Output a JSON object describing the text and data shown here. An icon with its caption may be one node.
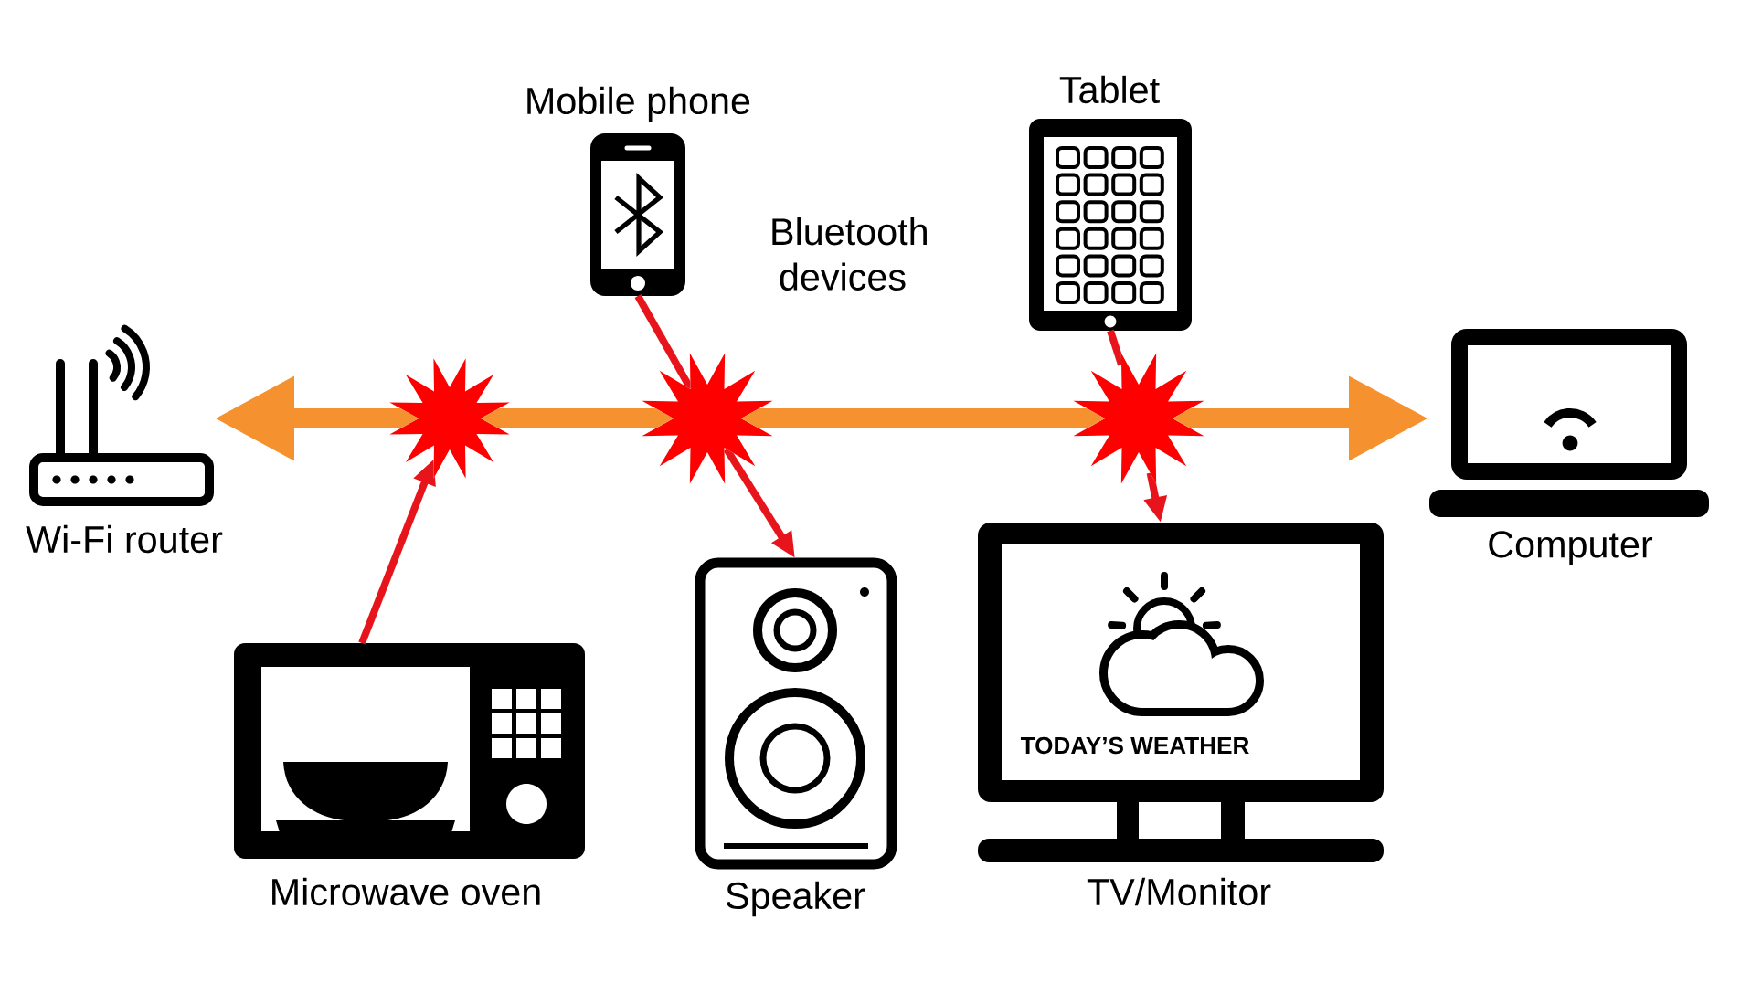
{
  "diagram": {
    "nodes": [
      {
        "text": [
          "Mobile phone"
        ]
      },
      {
        "text": [
          "Tablet"
        ]
      },
      {
        "text": [
          "Wi-Fi router"
        ]
      },
      {
        "text": [],
        "shape": "star"
      },
      {
        "text": [],
        "shape": "star"
      },
      {
        "text": [],
        "shape": "star"
      },
      {
        "text": [
          "Computer"
        ]
      },
      {
        "text": [
          "Microwave oven"
        ]
      },
      {
        "text": [
          "Speaker"
        ]
      },
      {
        "text": [
          "TODAY’S WEATHER",
          "TV/Monitor"
        ]
      }
    ],
    "edges": [
      {
        "from": 3,
        "to": 2,
        "arrow": "to",
        "style": "thick",
        "color": "#f5922f"
      },
      {
        "from": 3,
        "to": 4,
        "arrow": "none",
        "style": "thick",
        "color": "#f5922f"
      },
      {
        "from": 4,
        "to": 5,
        "arrow": "none",
        "style": "thick",
        "color": "#f5922f"
      },
      {
        "from": 5,
        "to": 6,
        "arrow": "to",
        "style": "thick",
        "color": "#f5922f"
      },
      {
        "from": 7,
        "to": 3,
        "arrow": "to"
      },
      {
        "from": 0,
        "to": 4,
        "arrow": "none"
      },
      {
        "from": 4,
        "to": 8,
        "arrow": "to"
      },
      {
        "from": 1,
        "to": 5,
        "arrow": "none"
      },
      {
        "from": 5,
        "to": 9,
        "arrow": "to"
      }
    ],
    "labels": [
      "Bluetooth devices"
    ]
  }
}
